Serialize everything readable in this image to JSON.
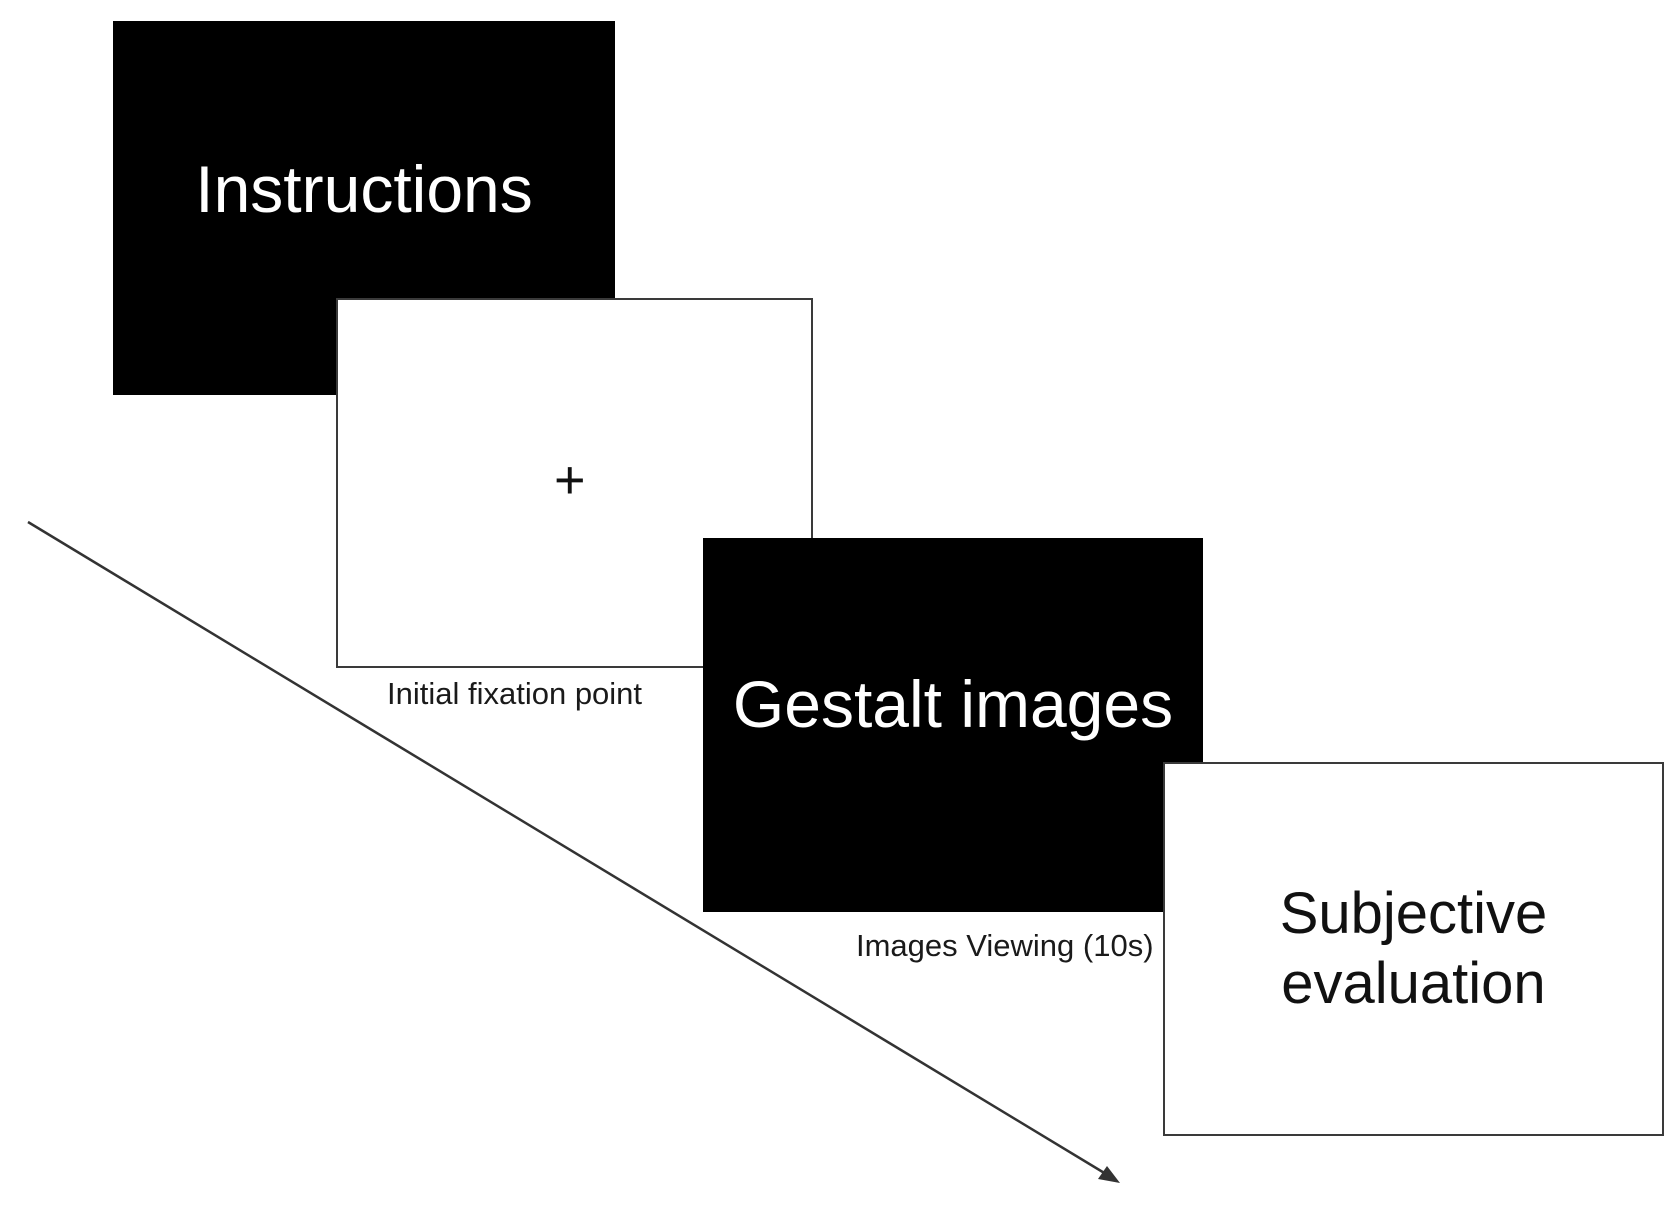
{
  "screens": {
    "instructions": {
      "label": "Instructions"
    },
    "fixation": {
      "label": "+"
    },
    "gestalt": {
      "label": "Gestalt images"
    },
    "evaluation": {
      "label": "Subjective\nevaluation"
    }
  },
  "captions": {
    "fixation": "Initial fixation point",
    "viewing": "Images Viewing (10s)"
  },
  "colors": {
    "dark_screen": "#000000",
    "light_screen": "#ffffff",
    "line": "#333333"
  }
}
